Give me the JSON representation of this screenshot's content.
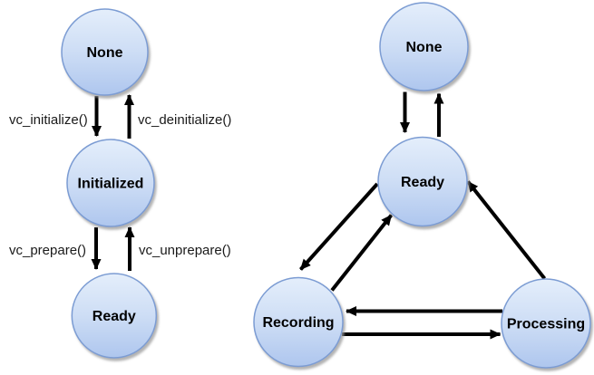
{
  "style": {
    "background": "#ffffff",
    "node_fill_top": "#e4eefb",
    "node_fill_middle": "#cdddf5",
    "node_fill_bottom": "#aec6ee",
    "node_border": "#7b9cd3",
    "arrow_color": "#000000",
    "text_color": "#000000"
  },
  "left_diagram": {
    "id": "setup-lifecycle",
    "states": [
      {
        "id": "none",
        "label": "None"
      },
      {
        "id": "initialized",
        "label": "Initialized"
      },
      {
        "id": "ready",
        "label": "Ready"
      }
    ],
    "transitions": [
      {
        "from": "None",
        "to": "Initialized",
        "label": "vc_initialize()"
      },
      {
        "from": "Initialized",
        "to": "None",
        "label": "vc_deinitialize()"
      },
      {
        "from": "Initialized",
        "to": "Ready",
        "label": "vc_prepare()"
      },
      {
        "from": "Ready",
        "to": "Initialized",
        "label": "vc_unprepare()"
      }
    ]
  },
  "right_diagram": {
    "id": "recorder-lifecycle",
    "states": [
      {
        "id": "none",
        "label": "None"
      },
      {
        "id": "ready",
        "label": "Ready"
      },
      {
        "id": "recording",
        "label": "Recording"
      },
      {
        "id": "processing",
        "label": "Processing"
      }
    ],
    "transitions": [
      {
        "from": "None",
        "to": "Ready"
      },
      {
        "from": "Ready",
        "to": "None"
      },
      {
        "from": "Ready",
        "to": "Recording"
      },
      {
        "from": "Recording",
        "to": "Ready"
      },
      {
        "from": "Processing",
        "to": "Ready"
      },
      {
        "from": "Processing",
        "to": "Recording"
      },
      {
        "from": "Recording",
        "to": "Processing"
      }
    ]
  }
}
